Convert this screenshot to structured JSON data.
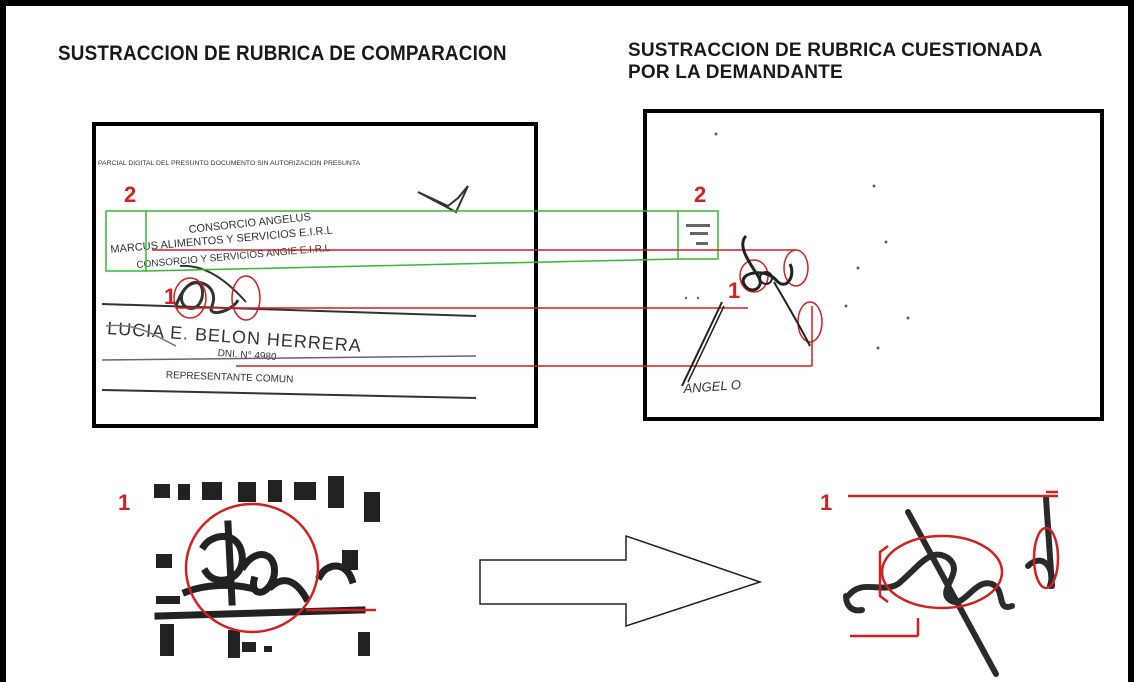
{
  "titles": {
    "left": "SUSTRACCION DE RUBRICA DE COMPARACION",
    "right_line1": "SUSTRACCION DE RUBRICA CUESTIONADA",
    "right_line2": "POR LA DEMANDANTE"
  },
  "left_document": {
    "header": "PARCIAL DIGITAL DEL PRESUNTO DOCUMENTO SIN AUTORIZACION PRESUNTA",
    "stamp_line1": "CONSORCIO ANGELUS",
    "stamp_line2": "MARCUS ALIMENTOS Y SERVICIOS E.I.R.L",
    "stamp_line3": "CONSORCIO Y SERVICIOS ANGIE E.I.R.L",
    "name": "LUCIA E. BELON HERRERA",
    "dni": "DNI. N° 4980",
    "role": "REPRESENTANTE COMUN"
  },
  "right_document": {
    "signature_caption": "ANGEL O"
  },
  "markers": {
    "one": "1",
    "two": "2"
  },
  "colors": {
    "red_mark": "#d32020",
    "green_mark": "#33bb33",
    "border": "#000000"
  },
  "icons": {
    "arrow": "right-outline-arrow"
  }
}
